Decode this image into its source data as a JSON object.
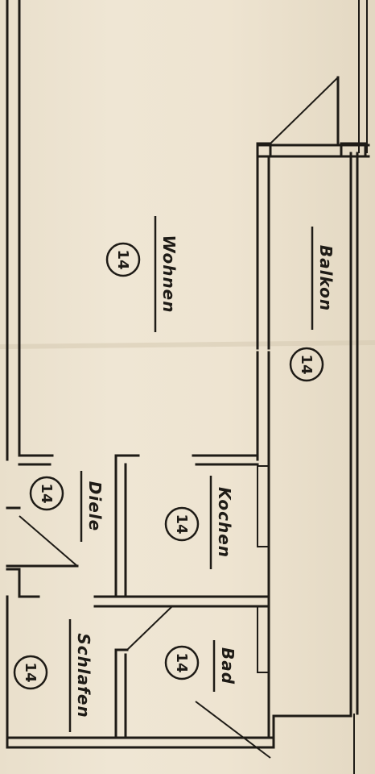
{
  "rooms": [
    {
      "id": "wohnen",
      "label": "Wohnen",
      "code": "14"
    },
    {
      "id": "balkon",
      "label": "Balkon",
      "code": "14"
    },
    {
      "id": "diele",
      "label": "Diele",
      "code": "14"
    },
    {
      "id": "kochen",
      "label": "Kochen",
      "code": "14"
    },
    {
      "id": "bad",
      "label": "Bad",
      "code": "14"
    },
    {
      "id": "schlafen",
      "label": "Schlafen",
      "code": "14"
    }
  ]
}
